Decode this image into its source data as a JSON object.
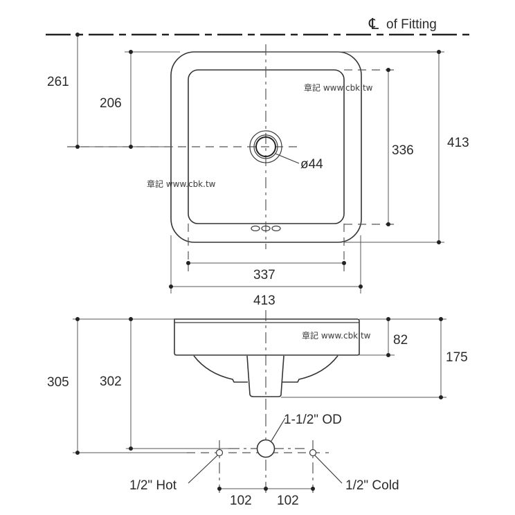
{
  "title": "Square countertop basin dimension drawing",
  "centerline_label": "of Fitting",
  "centerline_symbol": "℄",
  "watermark": "章記 www.cbk.tw",
  "plan_view": {
    "dim_cl_to_center": "261",
    "dim_top_to_center": "206",
    "dim_inner_depth": "336",
    "dim_outer_depth": "413",
    "dim_inner_width": "337",
    "dim_outer_width": "413",
    "drain_diameter": "ø44"
  },
  "side_view": {
    "dim_rim_height": "82",
    "dim_total_height": "175",
    "dim_cl_height_1": "305",
    "dim_cl_height_2": "302"
  },
  "supply_view": {
    "drain_label": "1-1/2\" OD",
    "hot_label": "1/2\" Hot",
    "cold_label": "1/2\" Cold",
    "spacing_left": "102",
    "spacing_right": "102"
  }
}
